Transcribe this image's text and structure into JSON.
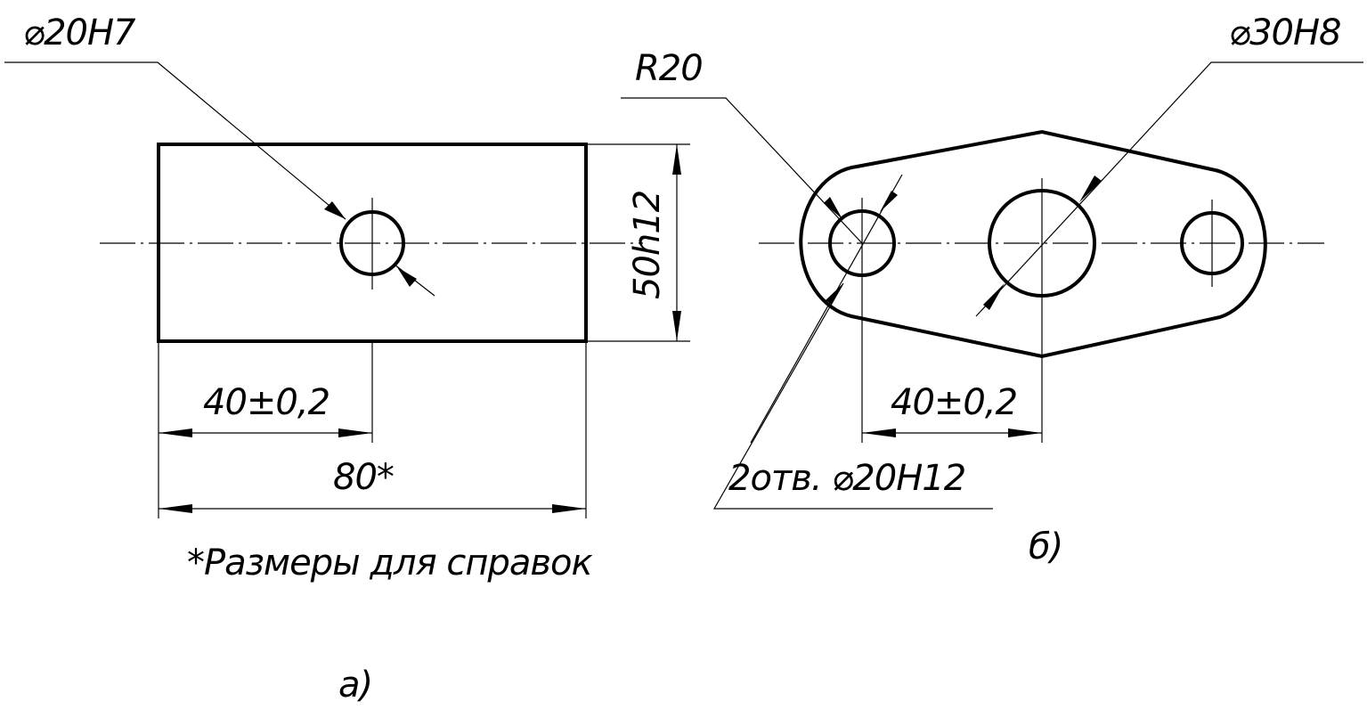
{
  "drawing_a": {
    "leader_diameter": "⌀20H7",
    "dim_height": "50h12",
    "dim_hole_pos": "40±0,2",
    "dim_length": "80*",
    "note": "*Размеры для справок",
    "label": "а)"
  },
  "drawing_b": {
    "leader_radius": "R20",
    "leader_diameter_big": "⌀30H8",
    "dim_hole_pos": "40±0,2",
    "leader_holes": "2отв. ⌀20H12",
    "label": "б)"
  }
}
